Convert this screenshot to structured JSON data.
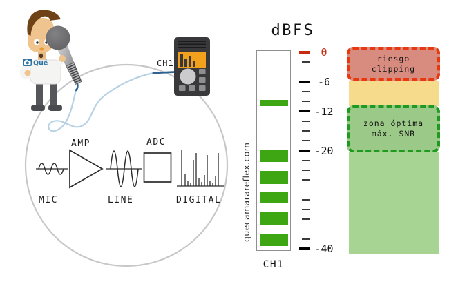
{
  "watermark": "quecamarareflex.com",
  "logo": {
    "text": "Qué"
  },
  "recorder": {
    "channel_label": "CH1"
  },
  "signal_chain": {
    "stages": [
      {
        "id": "mic",
        "label": "MIC"
      },
      {
        "id": "amp",
        "label": "AMP"
      },
      {
        "id": "line",
        "label": "LINE"
      },
      {
        "id": "adc",
        "label": "ADC"
      },
      {
        "id": "digital",
        "label": "DIGITAL"
      }
    ],
    "digital_samples": [
      [
        263,
        52
      ],
      [
        268,
        17
      ],
      [
        272,
        7
      ],
      [
        276,
        5
      ],
      [
        280,
        38
      ],
      [
        284,
        48
      ],
      [
        288,
        12
      ],
      [
        292,
        6
      ],
      [
        296,
        16
      ],
      [
        300,
        45
      ],
      [
        304,
        7
      ],
      [
        308,
        5
      ],
      [
        312,
        15
      ],
      [
        316,
        48
      ]
    ]
  },
  "meter": {
    "title": "dBFS",
    "channel_label": "CH1",
    "scale": {
      "db_max": 0,
      "db_min": -40,
      "tick_step_db": 2,
      "major_ticks_db": [
        0,
        -6,
        -12,
        -20,
        -40
      ],
      "zero_tick_color": "#c9290e",
      "tick_color": "#3a3a3a",
      "major_tick_color": "#000000"
    },
    "bar_color": "#3fa613",
    "level_segments_db": [
      [
        -9.7,
        -10.9
      ],
      [
        -19.9,
        -22.3
      ],
      [
        -24.1,
        -26.8
      ],
      [
        -28.4,
        -30.7
      ],
      [
        -32.6,
        -35.2
      ],
      [
        -37.1,
        -39.4
      ]
    ]
  },
  "zones": [
    {
      "name": "riesgo-clipping",
      "lines": [
        "riesgo",
        "clipping"
      ],
      "fill": "#d78c7f",
      "border_color": "#e8380f",
      "bordered": true,
      "db_range": [
        1.1,
        -5.8
      ]
    },
    {
      "name": "precaucion",
      "lines": [],
      "fill": "#f7db8c",
      "border_color": "",
      "bordered": false,
      "db_range": [
        -5.8,
        -10.9
      ]
    },
    {
      "name": "zona-optima",
      "lines": [
        "zona óptima",
        "máx. SNR"
      ],
      "fill": "#9bc987",
      "border_color": "#1e9a1e",
      "bordered": true,
      "db_range": [
        -10.8,
        -20.4
      ]
    },
    {
      "name": "zona-segura",
      "lines": [],
      "fill": "#a7d493",
      "border_color": "",
      "bordered": false,
      "db_range": [
        -20.4,
        -41
      ]
    }
  ]
}
